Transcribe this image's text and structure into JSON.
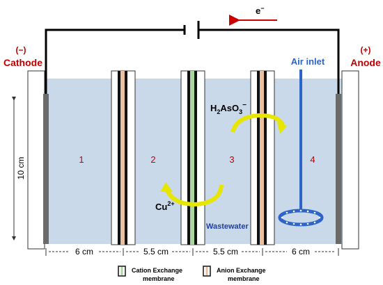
{
  "electron_label": "e",
  "electron_sup": "−",
  "cathode": {
    "sign": "(−)",
    "label": "Cathode"
  },
  "anode": {
    "sign": "(+)",
    "label": "Anode"
  },
  "air_inlet": "Air inlet",
  "height_label": "10 cm",
  "compartments": [
    "1",
    "2",
    "3",
    "4"
  ],
  "arsenite": {
    "base": "H",
    "sub1": "2",
    "mid": "AsO",
    "sub2": "3",
    "sup": "−"
  },
  "copper": {
    "base": "Cu",
    "sup": "2+"
  },
  "wastewater": "Wastewater",
  "widths": [
    "6 cm",
    "5.5 cm",
    "5.5 cm",
    "6 cm"
  ],
  "legend": {
    "cation_line1": "Cation Exchange",
    "cation_line2": "membrane",
    "anion_line1": "Anion Exchange",
    "anion_line2": "membrane"
  },
  "colors": {
    "water": "#c9d9ea",
    "wire": "#000000",
    "electron_arrow": "#cc0000",
    "label_red": "#c00000",
    "air_blue": "#2e64c8",
    "arrow_yellow": "#e6e600",
    "cation_green": "#a8d8a0",
    "anion_tan": "#e8c0a0",
    "electrode": "#6a6a6a"
  }
}
